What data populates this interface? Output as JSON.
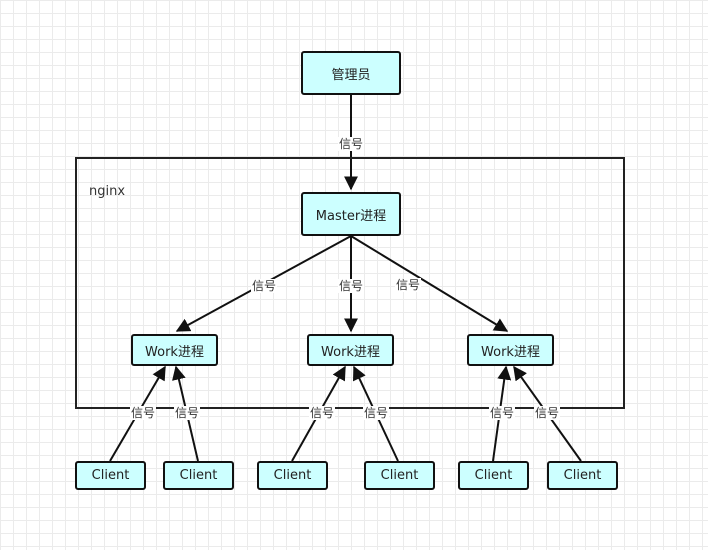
{
  "container": {
    "label": "nginx"
  },
  "nodes": {
    "admin": "管理员",
    "master": "Master进程",
    "work1": "Work进程",
    "work2": "Work进程",
    "work3": "Work进程",
    "client1": "Client",
    "client2": "Client",
    "client3": "Client",
    "client4": "Client",
    "client5": "Client",
    "client6": "Client"
  },
  "edge_label": "信号",
  "colors": {
    "node_fill": "#ccffff",
    "stroke": "#111111",
    "grid": "#ebebeb"
  }
}
